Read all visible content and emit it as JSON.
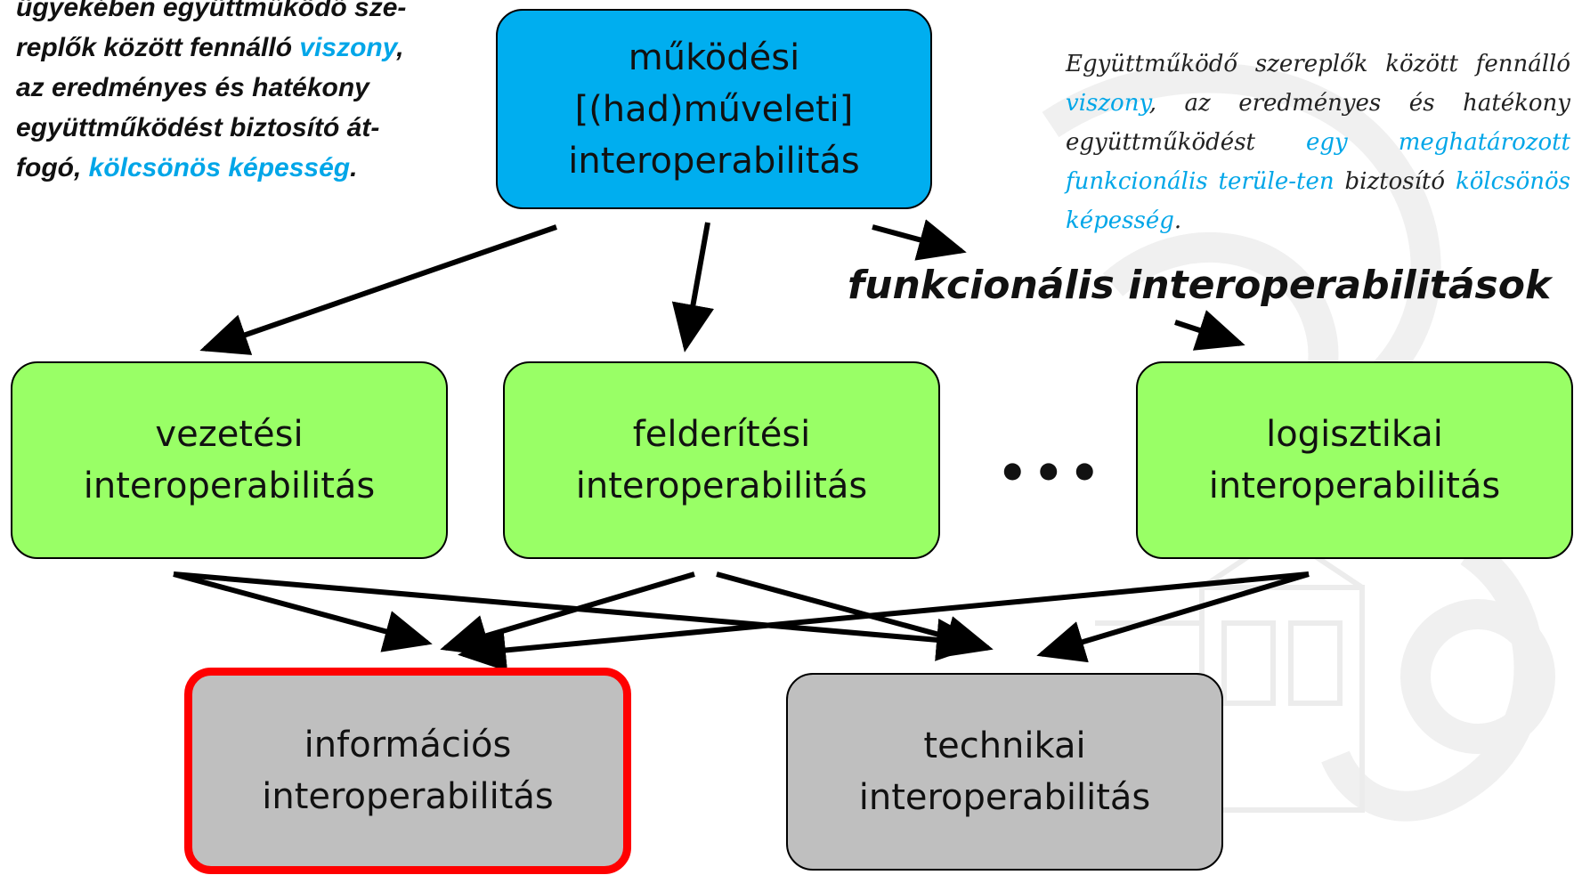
{
  "left_note": {
    "line0": "ügyekében együttműködő sze-",
    "line1_a": "replők között fennálló ",
    "line1_hl": "viszony",
    "line1_b": ",",
    "line2": "az eredményes és hatékony",
    "line3": "együttműködést biztosító át-",
    "line4_a": "fogó, ",
    "line4_hl": "kölcsönös képesség",
    "line4_b": "."
  },
  "right_note": {
    "t1": "Együttműködő szereplők között fennálló ",
    "h1": "viszony",
    "t2": ", az eredményes és hatékony együttműködést ",
    "h2": "egy meghatározott funkcionális terüle-ten",
    "t3": " biztosító ",
    "h3": "kölcsönös képesség",
    "t4": "."
  },
  "top_box": {
    "line1": "működési",
    "line2": "[(had)műveleti]",
    "line3": "interoperabilitás"
  },
  "functional_label": "funkcionális interoperabilitások",
  "functional_boxes": [
    {
      "line1": "vezetési",
      "line2": "interoperabilitás"
    },
    {
      "line1": "felderítési",
      "line2": "interoperabilitás"
    },
    {
      "line1": "logisztikai",
      "line2": "interoperabilitás"
    }
  ],
  "ellipsis": "•••",
  "bottom_boxes": [
    {
      "line1": "információs",
      "line2": "interoperabilitás"
    },
    {
      "line1": "technikai",
      "line2": "interoperabilitás"
    }
  ],
  "colors": {
    "top_box_fill": "#00aeef",
    "functional_fill": "#99ff66",
    "bottom_fill": "#bfbfbf",
    "highlight_border": "#ff0000",
    "highlight_text": "#00a6e8"
  }
}
